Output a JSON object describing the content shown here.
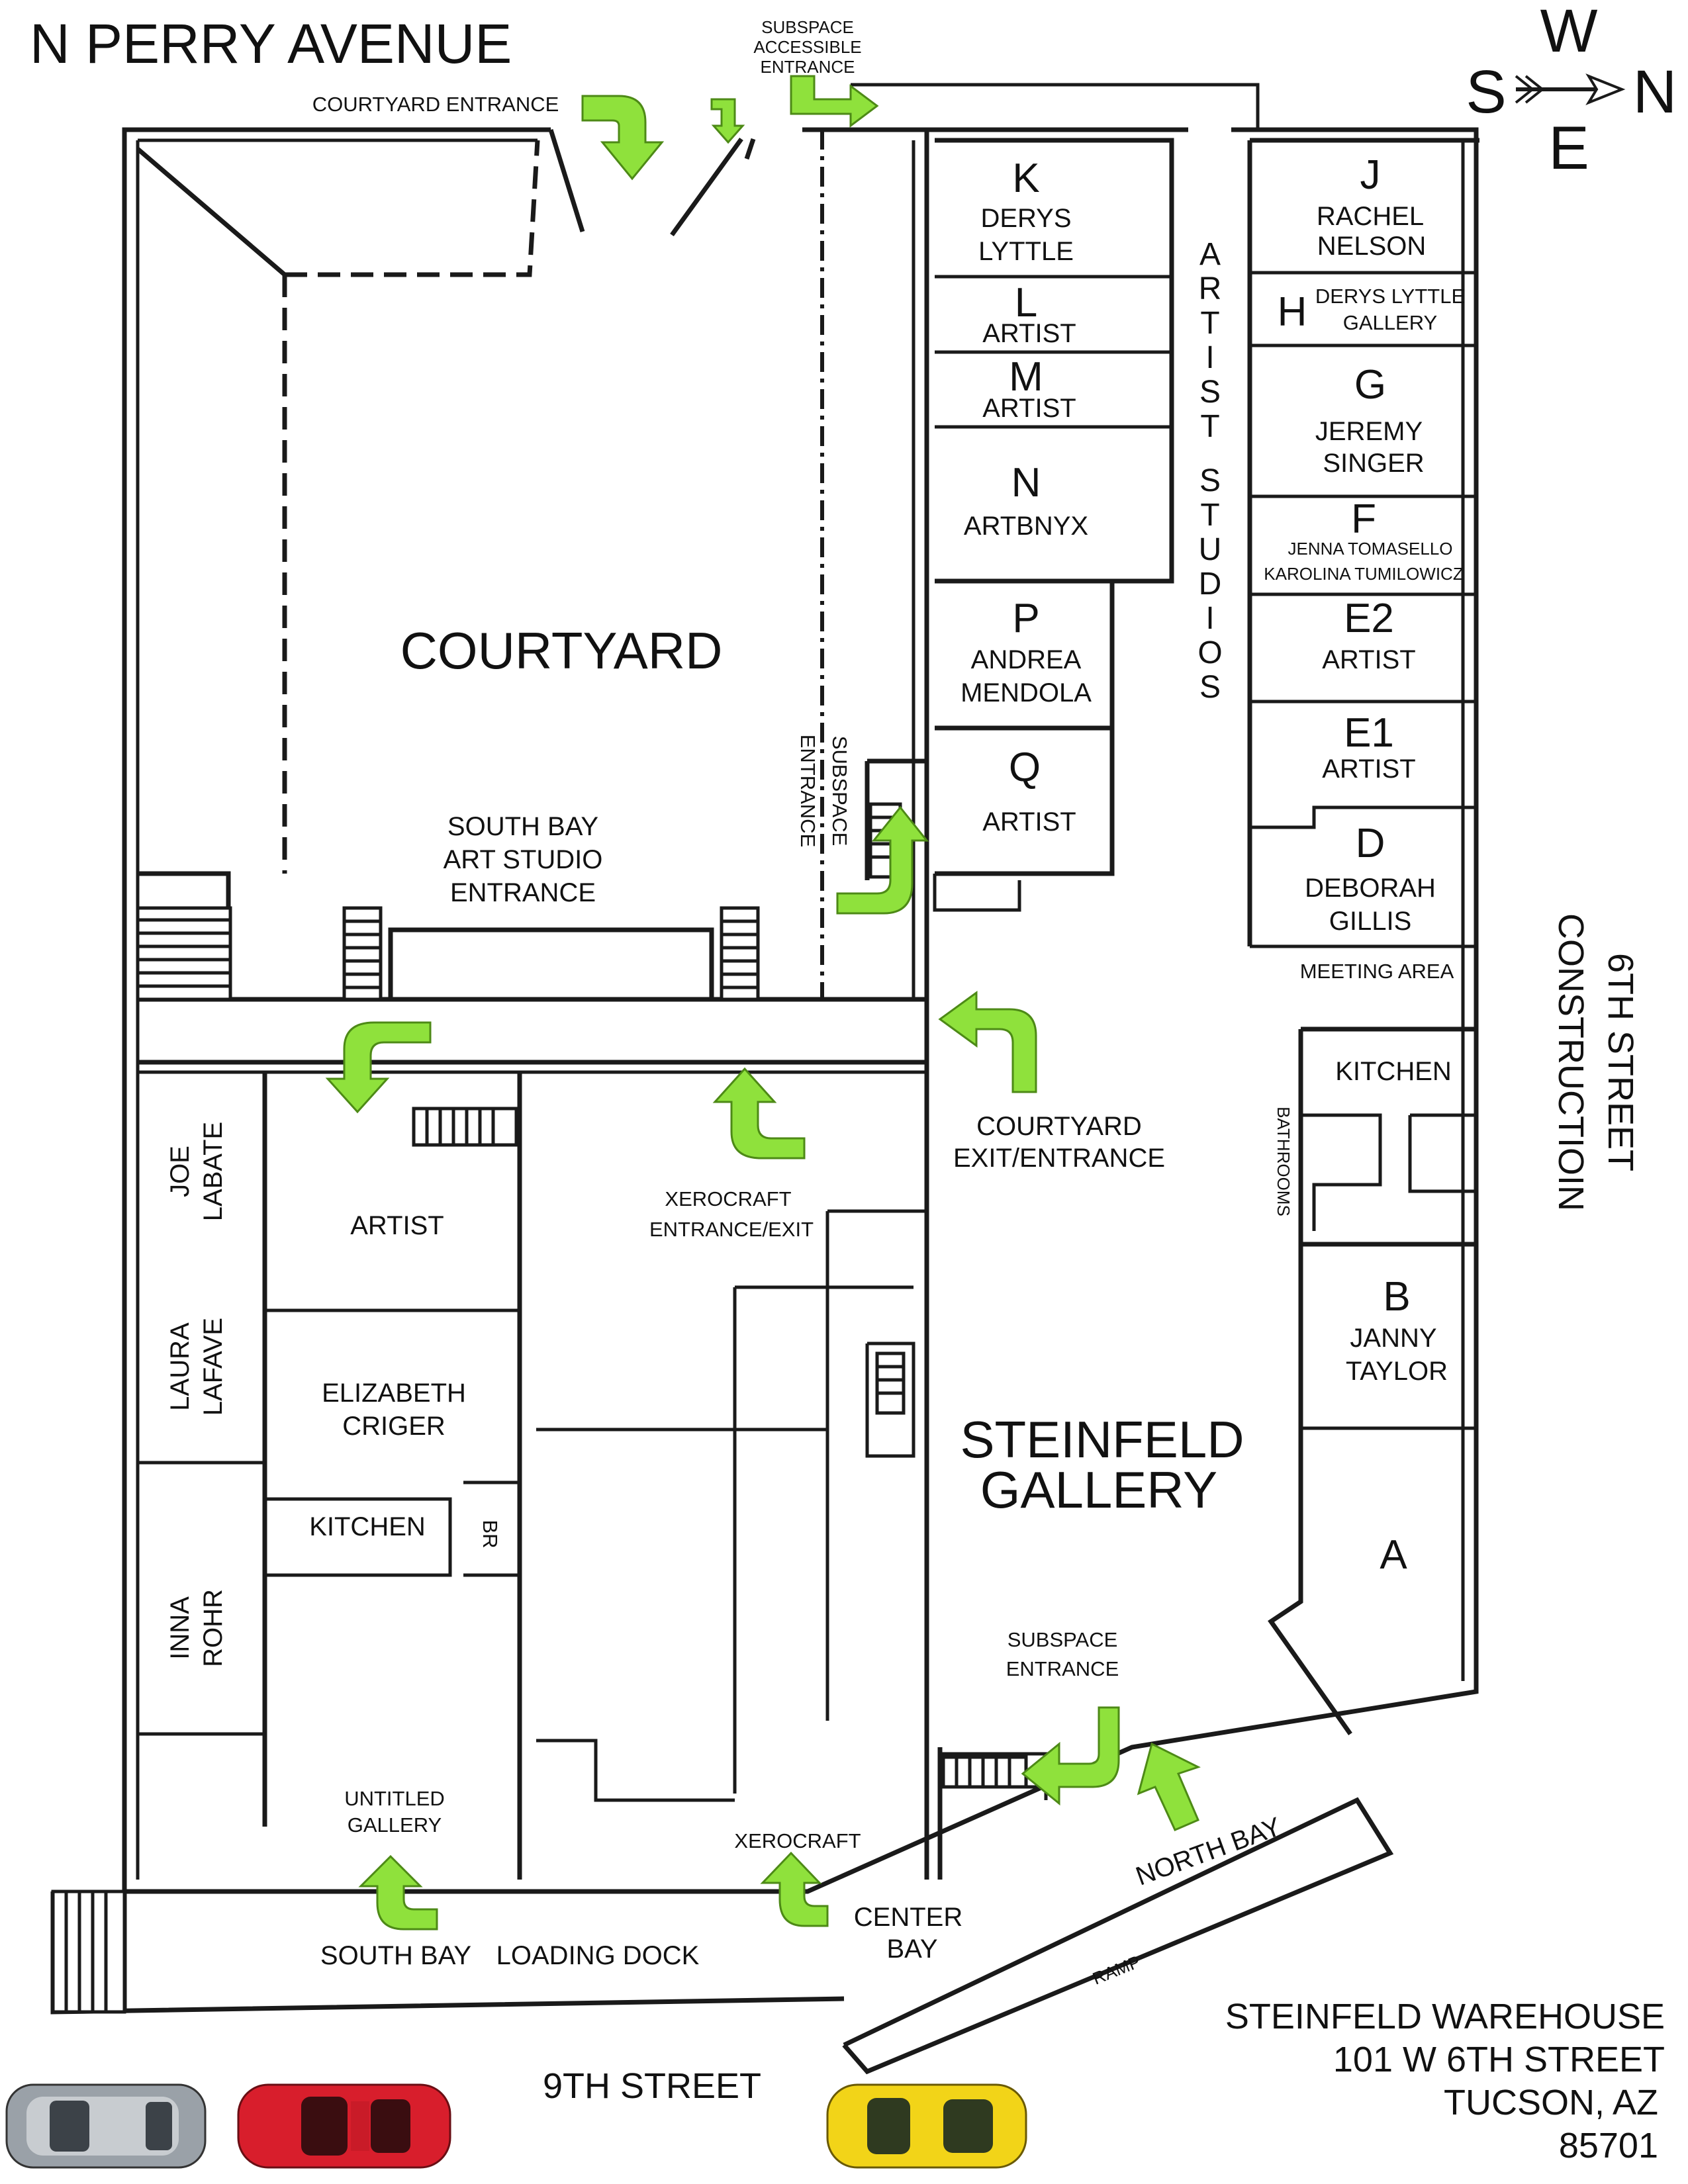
{
  "streets": {
    "north_west": "N PERRY AVENUE",
    "south": "9TH STREET",
    "east": "6TH STREET\nCONSTRUCTIOIN"
  },
  "compass": {
    "w": "W",
    "n": "N",
    "s": "S",
    "e": "E"
  },
  "address": {
    "name": "STEINFELD WAREHOUSE",
    "street": "101 W 6TH STREET",
    "city": "TUCSON, AZ",
    "zip": "85701"
  },
  "areas": {
    "courtyard": "COURTYARD",
    "steinfeld_gallery_1": "STEINFELD",
    "steinfeld_gallery_2": "GALLERY",
    "artist_studios": "ARTIST STUDIOS",
    "meeting_area": "MEETING AREA",
    "kitchen_north": "KITCHEN",
    "bathrooms": "BATHROOMS",
    "kitchen_south": "KITCHEN",
    "br": "BR",
    "xerocraft": "XEROCRAFT",
    "untitled_gallery_1": "UNTITLED",
    "untitled_gallery_2": "GALLERY",
    "ramp": "RAMP"
  },
  "entrances": {
    "courtyard_entrance": "COURTYARD ENTRANCE",
    "subspace_accessible_1": "SUBSPACE",
    "subspace_accessible_2": "ACCESSIBLE",
    "subspace_accessible_3": "ENTRANCE",
    "subspace_entrance_vertical_1": "SUBSPACE",
    "subspace_entrance_vertical_2": "ENTRANCE",
    "south_bay_art_studio_1": "SOUTH BAY",
    "south_bay_art_studio_2": "ART STUDIO",
    "south_bay_art_studio_3": "ENTRANCE",
    "courtyard_exit_1": "COURTYARD",
    "courtyard_exit_2": "EXIT/ENTRANCE",
    "xerocraft_entrance_1": "XEROCRAFT",
    "xerocraft_entrance_2": "ENTRANCE/EXIT",
    "subspace_entrance_1": "SUBSPACE",
    "subspace_entrance_2": "ENTRANCE",
    "south_bay": "SOUTH BAY",
    "loading_dock": "LOADING DOCK",
    "center_bay_1": "CENTER",
    "center_bay_2": "BAY",
    "north_bay": "NORTH BAY"
  },
  "studios": {
    "k": {
      "letter": "K",
      "line1": "DERYS",
      "line2": "LYTTLE"
    },
    "l": {
      "letter": "L",
      "line1": "ARTIST"
    },
    "m": {
      "letter": "M",
      "line1": "ARTIST"
    },
    "n": {
      "letter": "N",
      "line1": "ARTBNYX"
    },
    "p": {
      "letter": "P",
      "line1": "ANDREA",
      "line2": "MENDOLA"
    },
    "q": {
      "letter": "Q",
      "line1": "ARTIST"
    },
    "j": {
      "letter": "J",
      "line1": "RACHEL",
      "line2": "NELSON"
    },
    "h": {
      "letter": "H",
      "line1": "DERYS LYTTLE",
      "line2": "GALLERY"
    },
    "g": {
      "letter": "G",
      "line1": "JEREMY",
      "line2": "SINGER"
    },
    "f": {
      "letter": "F",
      "line1": "JENNA TOMASELLO",
      "line2": "KAROLINA TUMILOWICZ"
    },
    "e2": {
      "letter": "E2",
      "line1": "ARTIST"
    },
    "e1": {
      "letter": "E1",
      "line1": "ARTIST"
    },
    "d": {
      "letter": "D",
      "line1": "DEBORAH",
      "line2": "GILLIS"
    },
    "b": {
      "letter": "B",
      "line1": "JANNY",
      "line2": "TAYLOR"
    },
    "a": {
      "letter": "A"
    },
    "joe": {
      "line1": "JOE",
      "line2": "LABATE"
    },
    "laura": {
      "line1": "LAURA",
      "line2": "LAFAVE"
    },
    "inna": {
      "line1": "INNA",
      "line2": "ROHR"
    },
    "artist_south": {
      "line1": "ARTIST"
    },
    "elizabeth": {
      "line1": "ELIZABETH",
      "line2": "CRIGER"
    }
  },
  "colors": {
    "arrow": "#8fe13c",
    "wall": "#1a1a1a"
  },
  "vehicles": [
    "silver-suv-icon",
    "red-car-icon",
    "yellow-car-icon"
  ]
}
